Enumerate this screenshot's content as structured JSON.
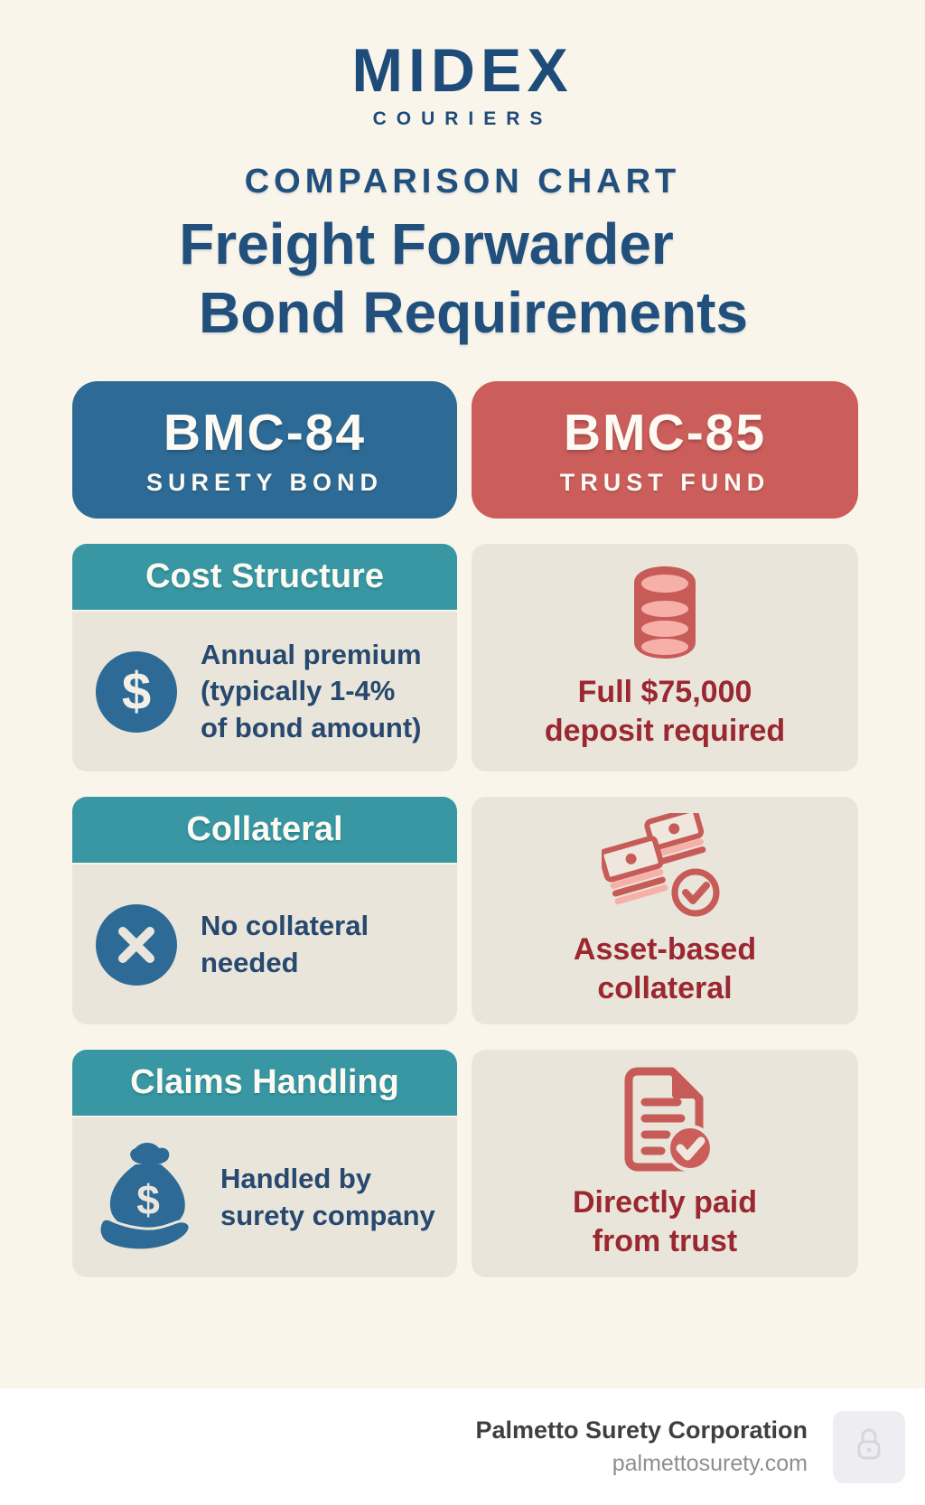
{
  "logo": {
    "name": "MIDEX",
    "tagline": "COURIERS"
  },
  "header": {
    "kicker": "COMPARISON CHART",
    "title_line1": "Freight Forwarder",
    "title_line2": "Bond Requirements"
  },
  "columns": [
    {
      "code": "BMC-84",
      "label": "SURETY BOND",
      "color": "#2d6b96"
    },
    {
      "code": "BMC-85",
      "label": "TRUST FUND",
      "color": "#cb5e5b"
    }
  ],
  "rows": [
    {
      "category": "Cost Structure",
      "left": {
        "icon": "dollar-circle-icon",
        "text": "Annual premium\n(typically 1-4%\nof bond amount)"
      },
      "right": {
        "icon": "coin-stack-icon",
        "text": "Full $75,000\ndeposit required"
      }
    },
    {
      "category": "Collateral",
      "left": {
        "icon": "x-circle-icon",
        "text": "No collateral\nneeded"
      },
      "right": {
        "icon": "cash-stack-check-icon",
        "text": "Asset-based\ncollateral"
      }
    },
    {
      "category": "Claims Handling",
      "left": {
        "icon": "money-bag-hand-icon",
        "text": "Handled by\nsurety company"
      },
      "right": {
        "icon": "document-check-icon",
        "text": "Directly paid\nfrom trust"
      }
    }
  ],
  "footer": {
    "company": "Palmetto Surety Corporation",
    "website": "palmettosurety.com",
    "badge_icon": "lock-icon"
  },
  "colors": {
    "background": "#faf5eb",
    "navy_text": "#22507d",
    "blue_header": "#2d6b96",
    "red_header": "#cb5e5b",
    "teal_bar": "#3897a3",
    "card_bg": "#e9e5da",
    "dark_red_text": "#9b2730",
    "coral_icon": "#c75b57",
    "pink_icon_fill": "#f6b0a8",
    "footer_bg": "#ffffff"
  }
}
